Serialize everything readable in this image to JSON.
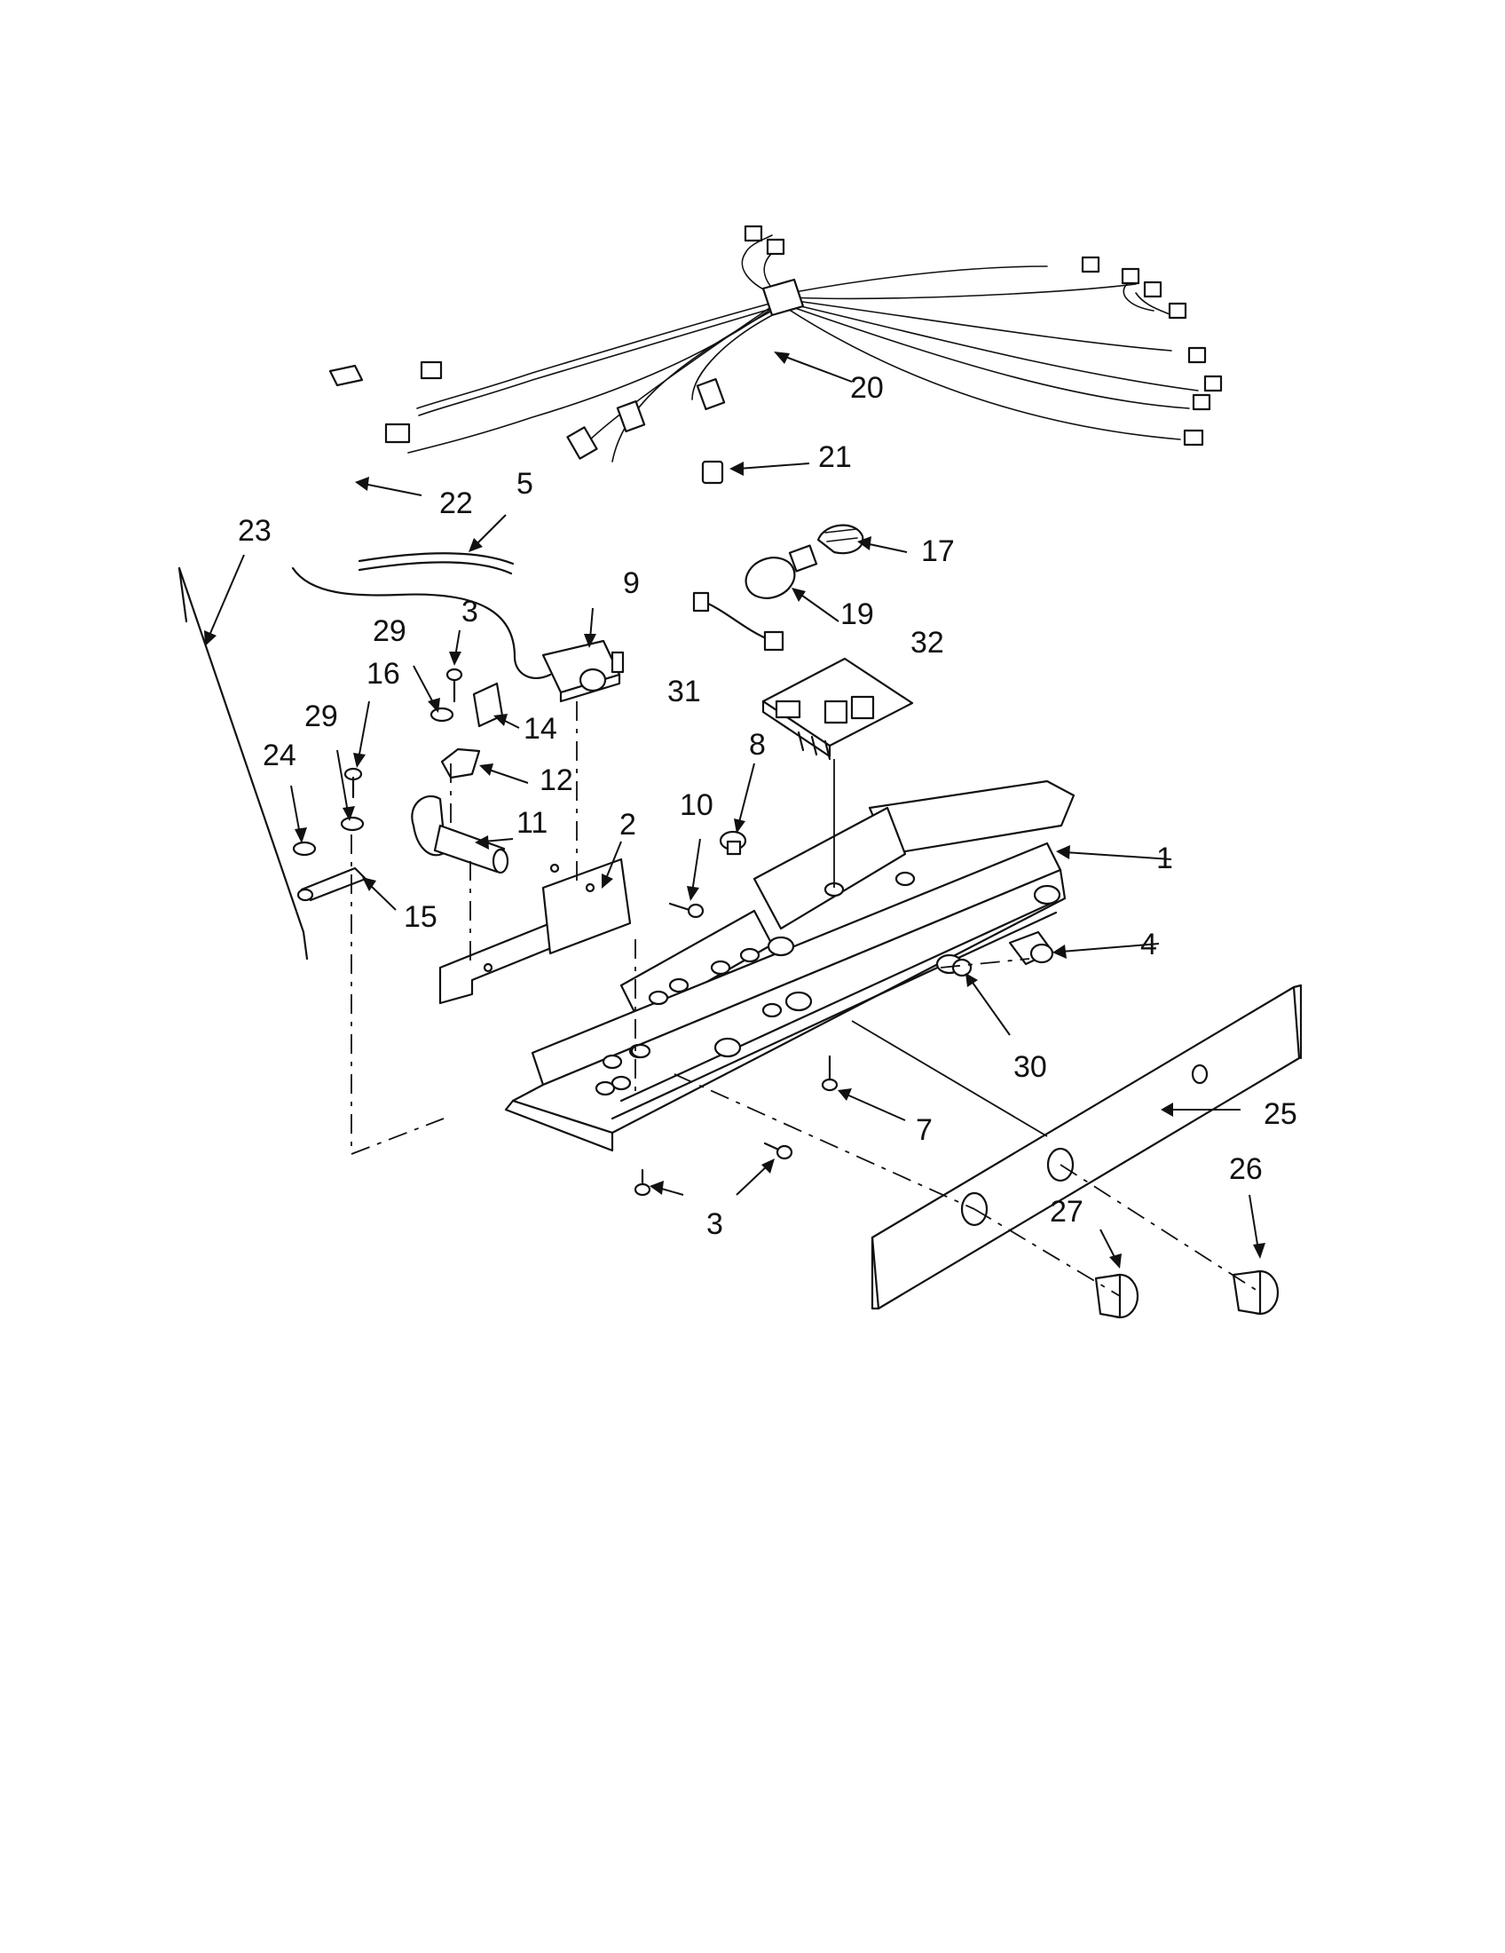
{
  "diagram": {
    "callouts": [
      {
        "id": "1",
        "text": "1"
      },
      {
        "id": "2",
        "text": "2"
      },
      {
        "id": "3a",
        "text": "3"
      },
      {
        "id": "3b",
        "text": "3"
      },
      {
        "id": "4",
        "text": "4"
      },
      {
        "id": "5",
        "text": "5"
      },
      {
        "id": "7",
        "text": "7"
      },
      {
        "id": "8",
        "text": "8"
      },
      {
        "id": "9",
        "text": "9"
      },
      {
        "id": "10",
        "text": "10"
      },
      {
        "id": "11",
        "text": "11"
      },
      {
        "id": "12",
        "text": "12"
      },
      {
        "id": "14",
        "text": "14"
      },
      {
        "id": "15",
        "text": "15"
      },
      {
        "id": "16",
        "text": "16"
      },
      {
        "id": "17",
        "text": "17"
      },
      {
        "id": "19",
        "text": "19"
      },
      {
        "id": "20",
        "text": "20"
      },
      {
        "id": "21",
        "text": "21"
      },
      {
        "id": "22",
        "text": "22"
      },
      {
        "id": "23",
        "text": "23"
      },
      {
        "id": "24",
        "text": "24"
      },
      {
        "id": "25",
        "text": "25"
      },
      {
        "id": "26",
        "text": "26"
      },
      {
        "id": "27",
        "text": "27"
      },
      {
        "id": "29a",
        "text": "29"
      },
      {
        "id": "29b",
        "text": "29"
      },
      {
        "id": "30",
        "text": "30"
      },
      {
        "id": "31",
        "text": "31"
      },
      {
        "id": "32",
        "text": "32"
      }
    ]
  }
}
